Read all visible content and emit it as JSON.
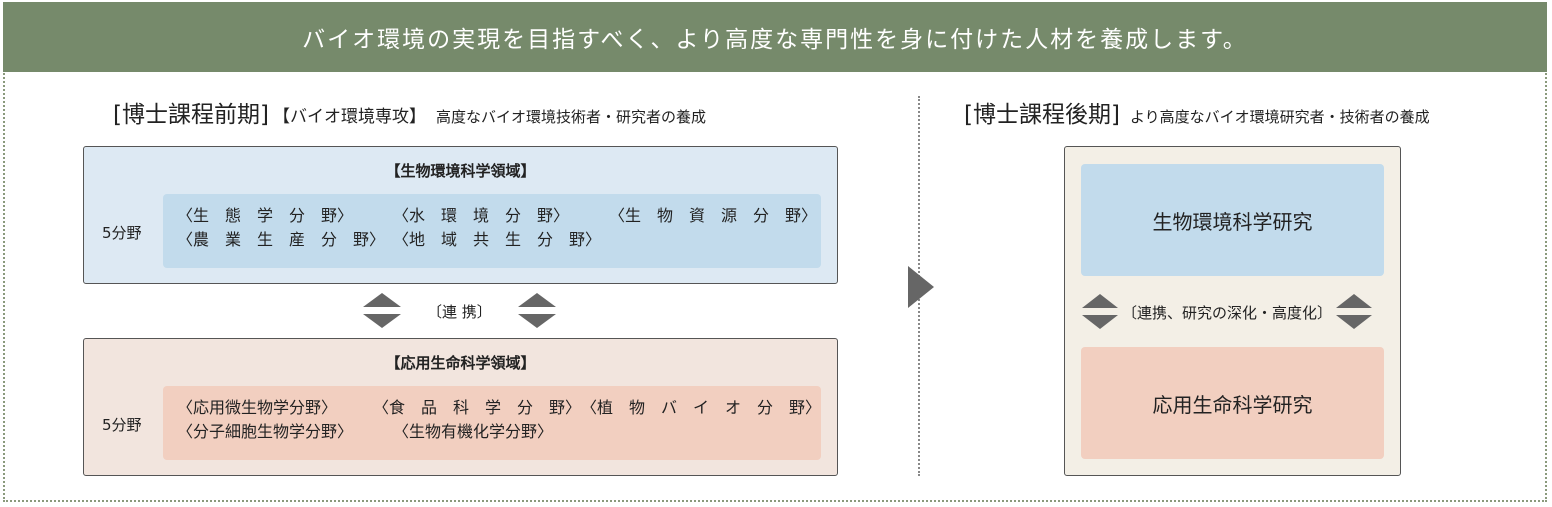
{
  "banner": "バイオ環境の実現を目指すべく、より高度な専門性を身に付けた人材を養成します。",
  "master": {
    "title": "[博士課程前期]",
    "major": "【バイオ環境専攻】",
    "desc": "高度なバイオ環境技術者・研究者の養成",
    "bio_env": {
      "title": "【生物環境科学領域】",
      "count": "5分野",
      "fields": [
        "〈生　態　学　分　野〉",
        "〈水　環　境　分　野〉",
        "〈生　物　資　源　分　野〉",
        "〈農　業　生　産　分　野〉",
        "〈地　域　共　生　分　野〉"
      ]
    },
    "link": "〔連 携〕",
    "app_life": {
      "title": "【応用生命科学領域】",
      "count": "5分野",
      "fields": [
        "〈応用微生物学分野〉",
        "〈食　品　科　学　分　野〉",
        "〈植　物　バ　イ　オ　分　野〉",
        "〈分子細胞生物学分野〉",
        "〈生物有機化学分野〉"
      ]
    }
  },
  "doctor": {
    "title": "[博士課程後期]",
    "desc": "より高度なバイオ環境研究者・技術者の養成",
    "research1": "生物環境科学研究",
    "link": "〔連携、研究の深化・高度化〕",
    "research2": "応用生命科学研究"
  },
  "colors": {
    "banner": "#768a6b",
    "bio_box": "#dde9f3",
    "bio_inner": "#c2dbec",
    "life_box": "#f2e5de",
    "life_inner": "#f2cfc0",
    "doctor_box": "#f3efe6",
    "arrow": "#666666"
  },
  "icons": [
    "double-arrow-icon",
    "right-triangle-icon"
  ]
}
